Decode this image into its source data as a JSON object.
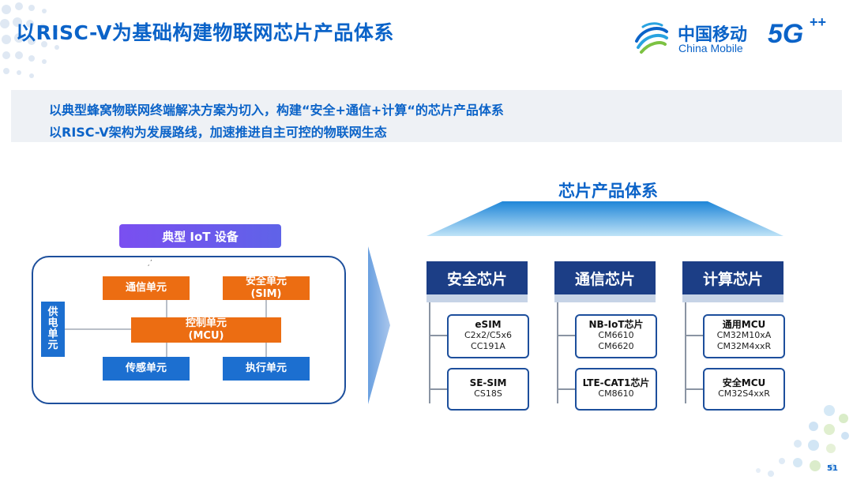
{
  "slide": {
    "title": "以RISC-V为基础构建物联网芯片产品体系",
    "page_number": "51"
  },
  "logo": {
    "cn": "中国移动",
    "en": "China Mobile",
    "badge": "5G",
    "badge_suffix": "++"
  },
  "banner": {
    "line1": "以典型蜂窝物联网终端解决方案为切入，构建“安全+通信+计算“的芯片产品体系",
    "line2": "以RISC-V架构为发展路线，加速推进自主可控的物联网生态"
  },
  "device": {
    "title": "典型 IoT 设备",
    "tiny_mark": "¸’",
    "power_unit": [
      "供",
      "电",
      "单",
      "元"
    ],
    "units": {
      "comm": "通信单元",
      "security_line1": "安全单元",
      "security_line2": "(SIM)",
      "control_line1": "控制单元",
      "control_line2": "(MCU)",
      "sensor": "传感单元",
      "actuator": "执行单元"
    }
  },
  "system": {
    "title": "芯片产品体系",
    "categories": [
      {
        "name": "安全芯片",
        "chips": [
          {
            "name": "eSIM",
            "models": [
              "C2x2/C5x6",
              "CC191A"
            ]
          },
          {
            "name": "SE-SIM",
            "models": [
              "CS18S"
            ]
          }
        ]
      },
      {
        "name": "通信芯片",
        "chips": [
          {
            "name": "NB-IoT芯片",
            "models": [
              "CM6610",
              "CM6620"
            ]
          },
          {
            "name": "LTE-CAT1芯片",
            "models": [
              "CM8610"
            ]
          }
        ]
      },
      {
        "name": "计算芯片",
        "chips": [
          {
            "name": "通用MCU",
            "models": [
              "CM32M10xA",
              "CM32M4xxR"
            ]
          },
          {
            "name": "安全MCU",
            "models": [
              "CM32S4xxR"
            ]
          }
        ]
      }
    ]
  },
  "colors": {
    "brand_blue": "#0b63c8",
    "navy": "#1c3e86",
    "orange": "#ec6d12",
    "unit_blue": "#1c6fd0",
    "purple": "#6b58ec"
  }
}
